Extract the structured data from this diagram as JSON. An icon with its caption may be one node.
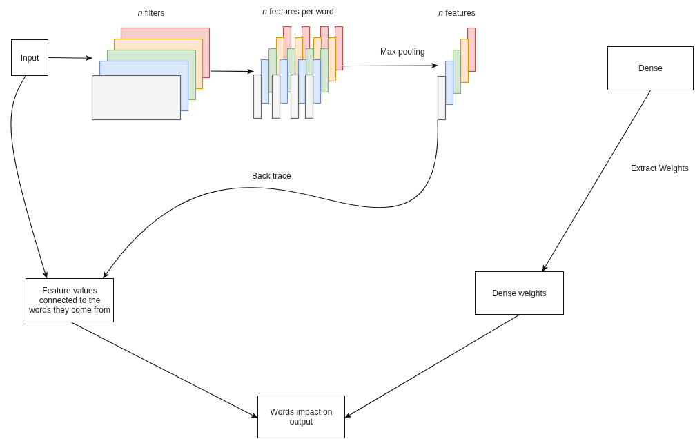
{
  "diagram": {
    "nodes": [
      {
        "text": [
          "Input"
        ]
      },
      {
        "text": [],
        "shape": "picture",
        "beside": [
          "*n* filters"
        ]
      },
      {
        "text": [],
        "shape": "picture",
        "beside": [
          "*n* features per word"
        ]
      },
      {
        "text": [],
        "shape": "picture",
        "beside": [
          "*n* features"
        ]
      },
      {
        "text": [
          "Dense"
        ]
      },
      {
        "text": [
          "Feature values connected to the words they come from"
        ]
      },
      {
        "text": [
          "Dense weights"
        ]
      },
      {
        "text": [
          "Words impact on output"
        ]
      }
    ],
    "edges": [
      {
        "from": 0,
        "to": 1,
        "arrow": "to"
      },
      {
        "from": 1,
        "to": 2,
        "arrow": "to"
      },
      {
        "from": 2,
        "to": 3,
        "arrow": "to",
        "label": "Max pooling"
      },
      {
        "from": 0,
        "to": 5,
        "arrow": "to"
      },
      {
        "from": 3,
        "to": 5,
        "arrow": "to",
        "label": "Back trace"
      },
      {
        "from": 4,
        "to": 6,
        "arrow": "to",
        "label": "Extract Weights"
      },
      {
        "from": 5,
        "to": 7,
        "arrow": "to"
      },
      {
        "from": 6,
        "to": 7,
        "arrow": "to"
      }
    ]
  }
}
